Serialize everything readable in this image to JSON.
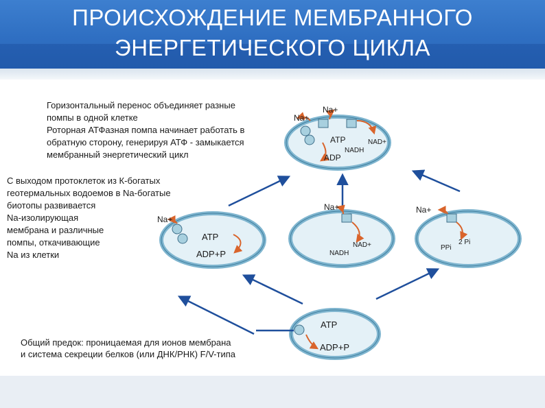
{
  "title": {
    "line1": "ПРОИСХОЖДЕНИЕ МЕМБРАННОГО",
    "line2": "ЭНЕРГЕТИЧЕСКОГО ЦИКЛА"
  },
  "texts": {
    "top_note": [
      "Горизонтальный перенос объединяет разные",
      "помпы в одной клетке",
      "Роторная АТФазная помпа начинает работать в",
      "обратную сторону, генерируя АТФ - замыкается",
      "мембранный энергетический цикл"
    ],
    "left_note": [
      "С выходом протоклеток из К-богатых",
      "геотермальных водоемов в Na-богатые",
      "биотопы развивается",
      "Na-изолирующая",
      "мембрана и различные",
      "помпы, откачивающие",
      "Na из клетки"
    ],
    "bottom_note": [
      "Общий предок: проницаемая для ионов мембрана",
      "и система секреции белков (или ДНК/РНК) F/V-типа"
    ]
  },
  "cells": {
    "top": {
      "na1": "Na+",
      "na2": "Na+",
      "atp": "ATP",
      "nad": "NAD+",
      "nadh": "NADH",
      "adp": "ADP"
    },
    "left": {
      "na": "Na+",
      "atp": "ATP",
      "adp": "ADP+P"
    },
    "middle": {
      "na": "Na+",
      "nad": "NAD+",
      "nadh": "NADH"
    },
    "right": {
      "na": "Na+",
      "ppi": "PPi",
      "pi": "2 Pi"
    },
    "bottom": {
      "atp": "ATP",
      "adp": "ADP+P"
    }
  },
  "colors": {
    "header": "#2f6fc2",
    "membrane": "#7fb5cf",
    "membrane_inner": "#e4f1f7",
    "arrow_blue": "#1f4f9c",
    "arrow_orange": "#d9642b",
    "protein": "#a8d0df"
  }
}
